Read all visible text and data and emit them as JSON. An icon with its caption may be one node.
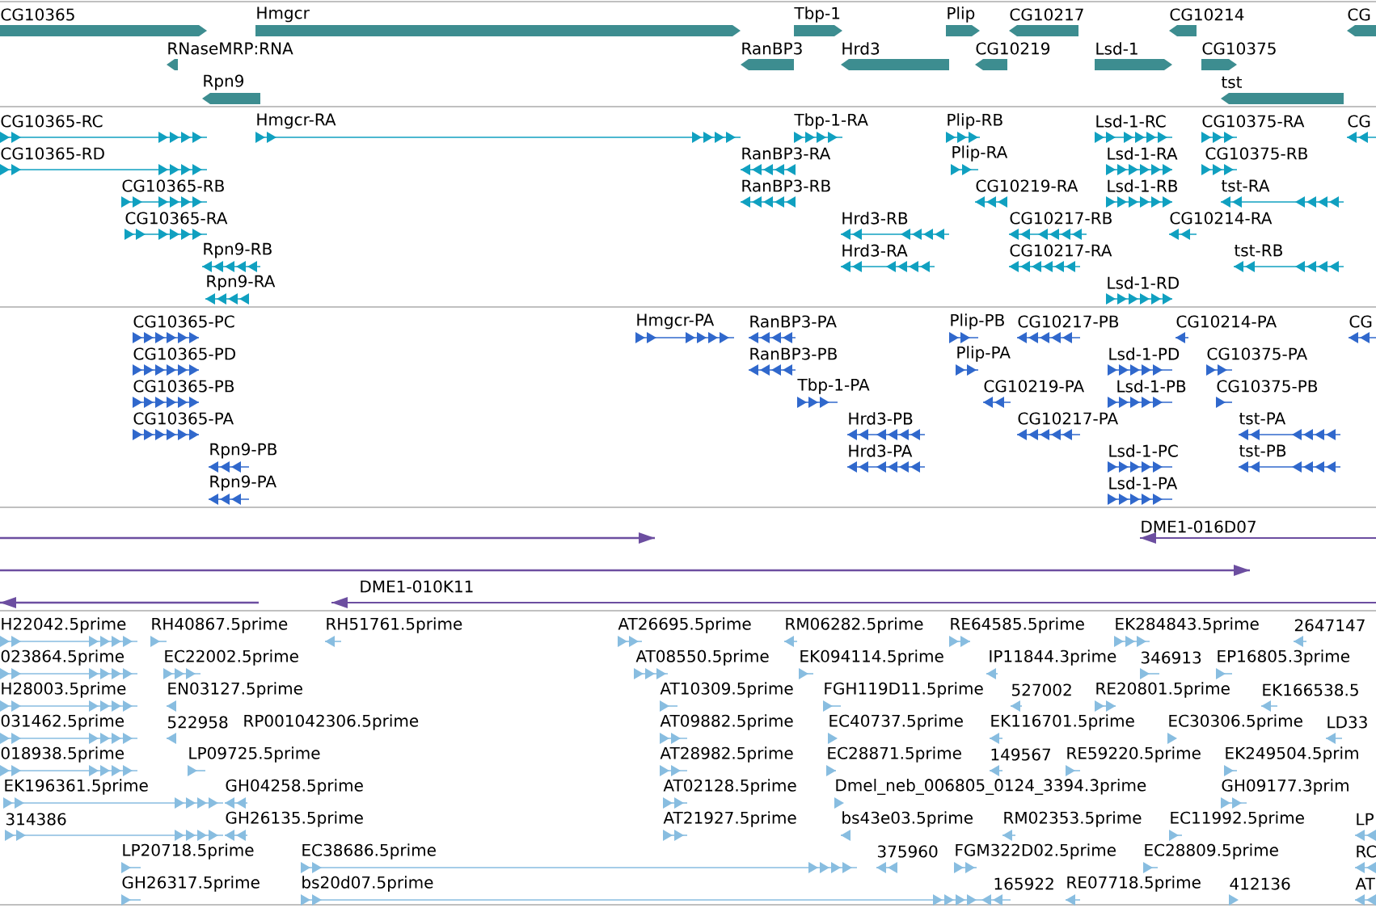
{
  "diagram": {
    "nodes": [
      {
        "text": [
          "CG10365"
        ]
      },
      {
        "text": [
          "Hmgcr"
        ]
      },
      {
        "text": [
          "Tbp-1"
        ]
      },
      {
        "text": [
          "Plip"
        ]
      },
      {
        "text": [
          "CG10217"
        ]
      },
      {
        "text": [
          "CG10214"
        ]
      },
      {
        "text": [
          "CG"
        ]
      },
      {
        "text": [
          "RNaseMRP:RNA"
        ]
      },
      {
        "text": [
          "RanBP3"
        ]
      },
      {
        "text": [
          "Hrd3"
        ]
      },
      {
        "text": [
          "CG10219"
        ]
      },
      {
        "text": [
          "Lsd-1"
        ]
      },
      {
        "text": [
          "CG10375"
        ]
      },
      {
        "text": [
          "Rpn9"
        ]
      },
      {
        "text": [
          "tst"
        ]
      },
      {
        "text": [
          "CG10365-RC"
        ]
      },
      {
        "text": [
          "Hmgcr-RA"
        ]
      },
      {
        "text": [
          "Tbp-1-RA"
        ]
      },
      {
        "text": [
          "Plip-RB"
        ]
      },
      {
        "text": [
          "Lsd-1-RC"
        ]
      },
      {
        "text": [
          "CG10375-RA"
        ]
      },
      {
        "text": [
          "CG"
        ]
      },
      {
        "text": [
          "CG10365-RD"
        ]
      },
      {
        "text": [
          "RanBP3-RA"
        ]
      },
      {
        "text": [
          "Plip-RA"
        ]
      },
      {
        "text": [
          "Lsd-1-RA"
        ]
      },
      {
        "text": [
          "CG10375-RB"
        ]
      },
      {
        "text": [
          "CG10365-RB"
        ]
      },
      {
        "text": [
          "RanBP3-RB"
        ]
      },
      {
        "text": [
          "CG10219-RA"
        ]
      },
      {
        "text": [
          "Lsd-1-RB"
        ]
      },
      {
        "text": [
          "tst-RA"
        ]
      },
      {
        "text": [
          "CG10365-RA"
        ]
      },
      {
        "text": [
          "Hrd3-RB"
        ]
      },
      {
        "text": [
          "CG10217-RB"
        ]
      },
      {
        "text": [
          "CG10214-RA"
        ]
      },
      {
        "text": [
          "Rpn9-RB"
        ]
      },
      {
        "text": [
          "Hrd3-RA"
        ]
      },
      {
        "text": [
          "CG10217-RA"
        ]
      },
      {
        "text": [
          "tst-RB"
        ]
      },
      {
        "text": [
          "Rpn9-RA"
        ]
      },
      {
        "text": [
          "Lsd-1-RD"
        ]
      },
      {
        "text": [
          "CG10365-PC"
        ]
      },
      {
        "text": [
          "Hmgcr-PA"
        ]
      },
      {
        "text": [
          "RanBP3-PA"
        ]
      },
      {
        "text": [
          "Plip-PB"
        ]
      },
      {
        "text": [
          "CG10217-PB"
        ]
      },
      {
        "text": [
          "CG10214-PA"
        ]
      },
      {
        "text": [
          "CG"
        ]
      },
      {
        "text": [
          "CG10365-PD"
        ]
      },
      {
        "text": [
          "RanBP3-PB"
        ]
      },
      {
        "text": [
          "Plip-PA"
        ]
      },
      {
        "text": [
          "Lsd-1-PD"
        ]
      },
      {
        "text": [
          "CG10375-PA"
        ]
      },
      {
        "text": [
          "CG10365-PB"
        ]
      },
      {
        "text": [
          "Tbp-1-PA"
        ]
      },
      {
        "text": [
          "CG10219-PA"
        ]
      },
      {
        "text": [
          "Lsd-1-PB"
        ]
      },
      {
        "text": [
          "CG10375-PB"
        ]
      },
      {
        "text": [
          "CG10365-PA"
        ]
      },
      {
        "text": [
          "Hrd3-PB"
        ]
      },
      {
        "text": [
          "CG10217-PA"
        ]
      },
      {
        "text": [
          "tst-PA"
        ]
      },
      {
        "text": [
          "Rpn9-PB"
        ]
      },
      {
        "text": [
          "Hrd3-PA"
        ]
      },
      {
        "text": [
          "Lsd-1-PC"
        ]
      },
      {
        "text": [
          "tst-PB"
        ]
      },
      {
        "text": [
          "Rpn9-PA"
        ]
      },
      {
        "text": [
          "Lsd-1-PA"
        ]
      },
      {
        "text": [],
        "shape": "bar"
      },
      {
        "text": [
          "DME1-016D07"
        ]
      },
      {
        "text": [],
        "shape": "bar"
      },
      {
        "text": [],
        "shape": "bar"
      },
      {
        "text": [
          "DME1-010K11"
        ]
      },
      {
        "text": [
          "H22042.5prime"
        ]
      },
      {
        "text": [
          "RH40867.5prime"
        ]
      },
      {
        "text": [
          "RH51761.5prime"
        ]
      },
      {
        "text": [
          "AT26695.5prime"
        ]
      },
      {
        "text": [
          "RM06282.5prime"
        ]
      },
      {
        "text": [
          "RE64585.5prime"
        ]
      },
      {
        "text": [
          "EK284843.5prime"
        ]
      },
      {
        "text": [
          "2647147"
        ]
      },
      {
        "text": [
          "023864.5prime"
        ]
      },
      {
        "text": [
          "EC22002.5prime"
        ]
      },
      {
        "text": [
          "AT08550.5prime"
        ]
      },
      {
        "text": [
          "EK094114.5prime"
        ]
      },
      {
        "text": [
          "IP11844.3prime"
        ]
      },
      {
        "text": [
          "346913"
        ]
      },
      {
        "text": [
          "EP16805.3prime"
        ]
      },
      {
        "text": [
          "H28003.5prime"
        ]
      },
      {
        "text": [
          "EN03127.5prime"
        ]
      },
      {
        "text": [
          "AT10309.5prime"
        ]
      },
      {
        "text": [
          "FGH119D11.5prime"
        ]
      },
      {
        "text": [
          "527002"
        ]
      },
      {
        "text": [
          "RE20801.5prime"
        ]
      },
      {
        "text": [
          "EK166538.5"
        ]
      },
      {
        "text": [
          "031462.5prime"
        ]
      },
      {
        "text": [
          "522958"
        ]
      },
      {
        "text": [
          "RP001042306.5prime"
        ]
      },
      {
        "text": [
          "AT09882.5prime"
        ]
      },
      {
        "text": [
          "EC40737.5prime"
        ]
      },
      {
        "text": [
          "EK116701.5prime"
        ]
      },
      {
        "text": [
          "EC30306.5prime"
        ]
      },
      {
        "text": [
          "LD33"
        ]
      },
      {
        "text": [
          "018938.5prime"
        ]
      },
      {
        "text": [
          "LP09725.5prime"
        ]
      },
      {
        "text": [
          "AT28982.5prime"
        ]
      },
      {
        "text": [
          "EC28871.5prime"
        ]
      },
      {
        "text": [
          "149567"
        ]
      },
      {
        "text": [
          "RE59220.5prime"
        ]
      },
      {
        "text": [
          "EK249504.5prim"
        ]
      },
      {
        "text": [
          "EK196361.5prime"
        ]
      },
      {
        "text": [
          "GH04258.5prime"
        ]
      },
      {
        "text": [
          "AT02128.5prime"
        ]
      },
      {
        "text": [
          "Dmel_neb_006805_0124_3394.3prime"
        ]
      },
      {
        "text": [
          "GH09177.3prim"
        ]
      },
      {
        "text": [
          "314386"
        ]
      },
      {
        "text": [
          "GH26135.5prime"
        ]
      },
      {
        "text": [
          "AT21927.5prime"
        ]
      },
      {
        "text": [
          "bs43e03.5prime"
        ]
      },
      {
        "text": [
          "RM02353.5prime"
        ]
      },
      {
        "text": [
          "EC11992.5prime"
        ]
      },
      {
        "text": [
          "LP"
        ]
      },
      {
        "text": [
          "LP20718.5prime"
        ]
      },
      {
        "text": [
          "EC38686.5prime"
        ]
      },
      {
        "text": [
          "375960"
        ]
      },
      {
        "text": [
          "FGM322D02.5prime"
        ]
      },
      {
        "text": [
          "EC28809.5prime"
        ]
      },
      {
        "text": [
          "RC"
        ]
      },
      {
        "text": [
          "GH26317.5prime"
        ]
      },
      {
        "text": [
          "bs20d07.5prime"
        ]
      },
      {
        "text": [
          "165922"
        ]
      },
      {
        "text": [
          "RE07718.5prime"
        ]
      },
      {
        "text": [
          "412136"
        ]
      },
      {
        "text": [
          "AT"
        ]
      }
    ]
  }
}
